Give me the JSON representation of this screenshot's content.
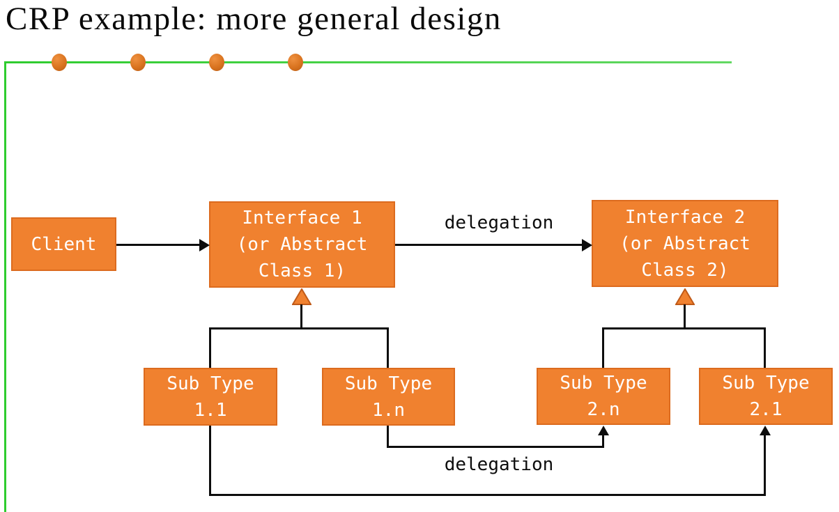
{
  "slide": {
    "title": "CRP example: more general design"
  },
  "colors": {
    "box_fill": "#F0812F",
    "box_border": "#DC6B1E",
    "accent_green": "#2ECC2E",
    "bullet_dot_orange": "#D9731F",
    "connector_black": "#0D0D0D",
    "box_text_white": "#FFFFFF"
  },
  "diagram": {
    "nodes": {
      "client": {
        "lines": [
          "Client"
        ]
      },
      "interface1": {
        "lines": [
          "Interface 1",
          "(or Abstract",
          "Class 1)"
        ]
      },
      "interface2": {
        "lines": [
          "Interface 2",
          "(or Abstract",
          "Class 2)"
        ]
      },
      "subtype11": {
        "lines": [
          "Sub Type",
          "1.1"
        ]
      },
      "subtype1n": {
        "lines": [
          "Sub Type",
          "1.n"
        ]
      },
      "subtype2n": {
        "lines": [
          "Sub Type",
          "2.n"
        ]
      },
      "subtype21": {
        "lines": [
          "Sub Type",
          "2.1"
        ]
      }
    },
    "edge_labels": {
      "top_delegation": "delegation",
      "bottom_delegation": "delegation"
    }
  }
}
